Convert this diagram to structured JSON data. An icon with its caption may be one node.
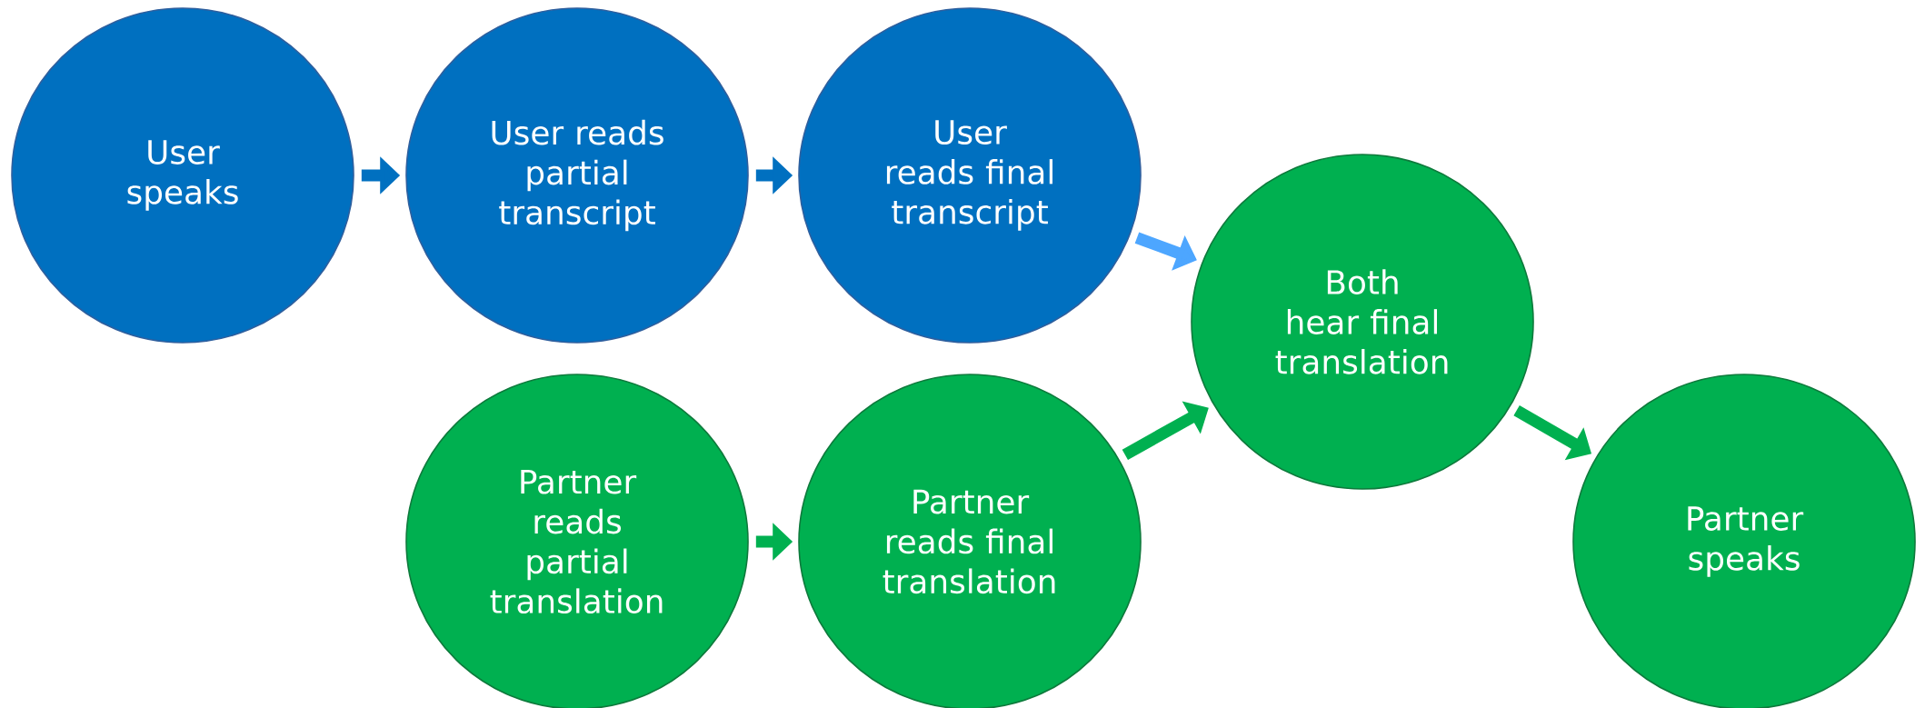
{
  "diagram": {
    "nodes": [
      {
        "text": [
          "User speaks"
        ]
      },
      {
        "text": [
          "User reads partial transcript"
        ]
      },
      {
        "text": [
          "User reads final transcript"
        ]
      },
      {
        "text": [
          "Both hear final translation"
        ]
      },
      {
        "text": [
          "Partner reads partial translation"
        ]
      },
      {
        "text": [
          "Partner reads final translation"
        ]
      },
      {
        "text": [
          "Partner speaks"
        ]
      }
    ],
    "edges": [
      {
        "from": 0,
        "to": 1,
        "arrow": "to",
        "color": "#0070c0"
      },
      {
        "from": 1,
        "to": 2,
        "arrow": "to",
        "color": "#0070c0"
      },
      {
        "from": 2,
        "to": 3,
        "arrow": "to",
        "color": "#4da6ff"
      },
      {
        "from": 4,
        "to": 5,
        "arrow": "to",
        "color": "#00b050"
      },
      {
        "from": 5,
        "to": 3,
        "arrow": "to",
        "color": "#00b050"
      },
      {
        "from": 3,
        "to": 6,
        "arrow": "to",
        "color": "#00b050"
      }
    ]
  }
}
